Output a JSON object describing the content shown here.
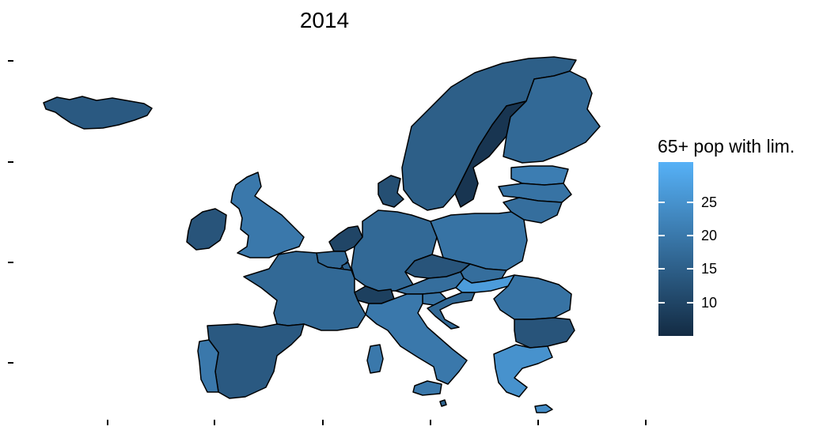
{
  "title": "2014",
  "legend": {
    "title": "65+ pop with lim.",
    "min": 5,
    "max": 31,
    "color_low": "#132B43",
    "color_high": "#56B1F7",
    "ticks": [
      {
        "value": 25,
        "label": "25"
      },
      {
        "value": 20,
        "label": "20"
      },
      {
        "value": 15,
        "label": "15"
      },
      {
        "value": 10,
        "label": "10"
      }
    ]
  },
  "map_data": {
    "type": "choropleth",
    "variable": "65+ pop with lim.",
    "regions": [
      {
        "name": "Iceland",
        "value": 14
      },
      {
        "name": "Ireland",
        "value": 13
      },
      {
        "name": "United Kingdom",
        "value": 20
      },
      {
        "name": "Norway",
        "value": 15
      },
      {
        "name": "Sweden",
        "value": 7
      },
      {
        "name": "Finland",
        "value": 17
      },
      {
        "name": "Estonia",
        "value": 21
      },
      {
        "name": "Latvia",
        "value": 19
      },
      {
        "name": "Lithuania",
        "value": 18
      },
      {
        "name": "Denmark",
        "value": 12
      },
      {
        "name": "Netherlands",
        "value": 10
      },
      {
        "name": "Belgium",
        "value": 17
      },
      {
        "name": "Luxembourg",
        "value": 16
      },
      {
        "name": "Germany",
        "value": 17
      },
      {
        "name": "Poland",
        "value": 19
      },
      {
        "name": "Czechia",
        "value": 13
      },
      {
        "name": "Slovakia",
        "value": 18
      },
      {
        "name": "Austria",
        "value": 18
      },
      {
        "name": "Hungary",
        "value": 27
      },
      {
        "name": "Switzerland",
        "value": 9
      },
      {
        "name": "France",
        "value": 17
      },
      {
        "name": "Slovenia",
        "value": 19
      },
      {
        "name": "Croatia",
        "value": 17
      },
      {
        "name": "Romania",
        "value": 19
      },
      {
        "name": "Bulgaria",
        "value": 13
      },
      {
        "name": "Greece",
        "value": 25
      },
      {
        "name": "Italy",
        "value": 20
      },
      {
        "name": "Spain",
        "value": 14
      },
      {
        "name": "Portugal",
        "value": 20
      },
      {
        "name": "Malta",
        "value": 16
      },
      {
        "name": "Cyprus",
        "value": 24
      }
    ]
  }
}
